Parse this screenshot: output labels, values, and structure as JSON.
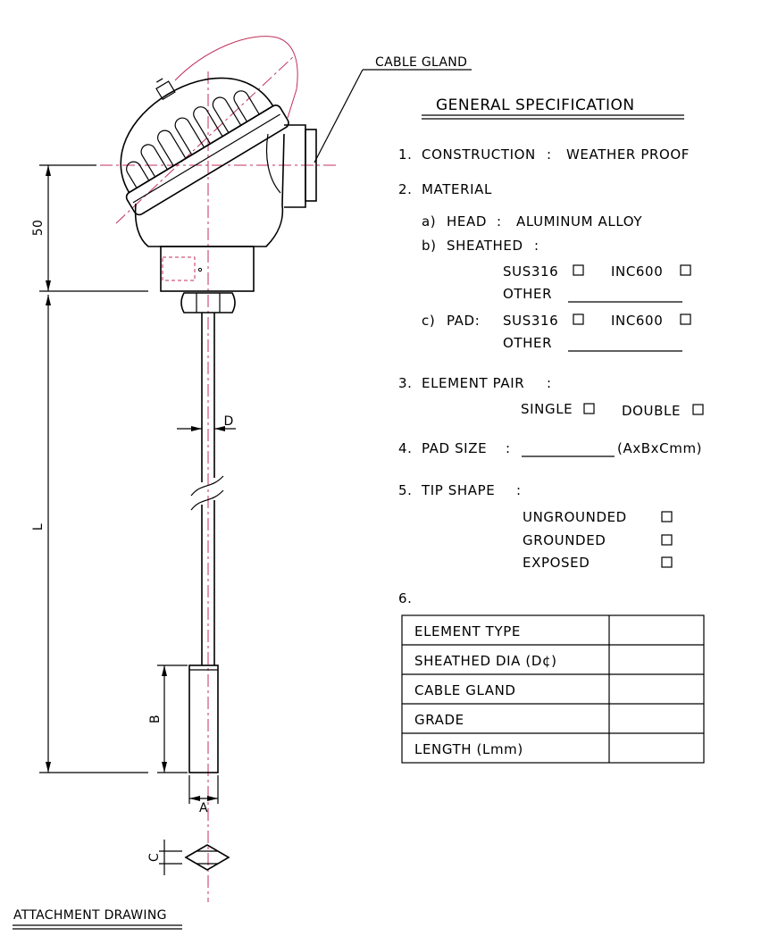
{
  "callout": {
    "cable_gland": "CABLE GLAND"
  },
  "title": "GENERAL SPECIFICATION",
  "spec": {
    "item1_num": "1.",
    "item1_label": "CONSTRUCTION",
    "item1_sep": ":",
    "item1_value": "WEATHER PROOF",
    "item2_num": "2.",
    "item2_label": "MATERIAL",
    "item2a_key": "a)",
    "item2a_label": "HEAD",
    "item2a_sep": ":",
    "item2a_value": "ALUMINUM ALLOY",
    "item2b_key": "b)",
    "item2b_label": "SHEATHED",
    "item2b_sep": ":",
    "sheathed_opt1": "SUS316",
    "sheathed_opt2": "INC600",
    "sheathed_other": "OTHER",
    "item2c_key": "c)",
    "item2c_label": "PAD:",
    "pad_opt1": "SUS316",
    "pad_opt2": "INC600",
    "pad_other": "OTHER",
    "item3_num": "3.",
    "item3_label": "ELEMENT PAIR",
    "item3_sep": ":",
    "pair_opt1": "SINGLE",
    "pair_opt2": "DOUBLE",
    "item4_num": "4.",
    "item4_label": "PAD SIZE",
    "item4_sep": ":",
    "item4_unit": "(AxBxCmm)",
    "item5_num": "5.",
    "item5_label": "TIP SHAPE",
    "item5_sep": ":",
    "tip_opt1": "UNGROUNDED",
    "tip_opt2": "GROUNDED",
    "tip_opt3": "EXPOSED",
    "item6_num": "6."
  },
  "table": {
    "rows": [
      {
        "label": "ELEMENT TYPE",
        "value": ""
      },
      {
        "label": "SHEATHED DIA (D¢)",
        "value": ""
      },
      {
        "label": "CABLE GLAND",
        "value": ""
      },
      {
        "label": "GRADE",
        "value": ""
      },
      {
        "label": "LENGTH (Lmm)",
        "value": ""
      }
    ]
  },
  "dimensions": {
    "head_height": "50",
    "length": "L",
    "diameter": "D",
    "pad_length": "B",
    "pad_width": "A",
    "pad_thickness": "C"
  },
  "footer": {
    "caption": "ATTACHMENT DRAWING"
  },
  "colors": {
    "ink": "#000000",
    "centerline": "#c0305a",
    "background": "#ffffff"
  }
}
